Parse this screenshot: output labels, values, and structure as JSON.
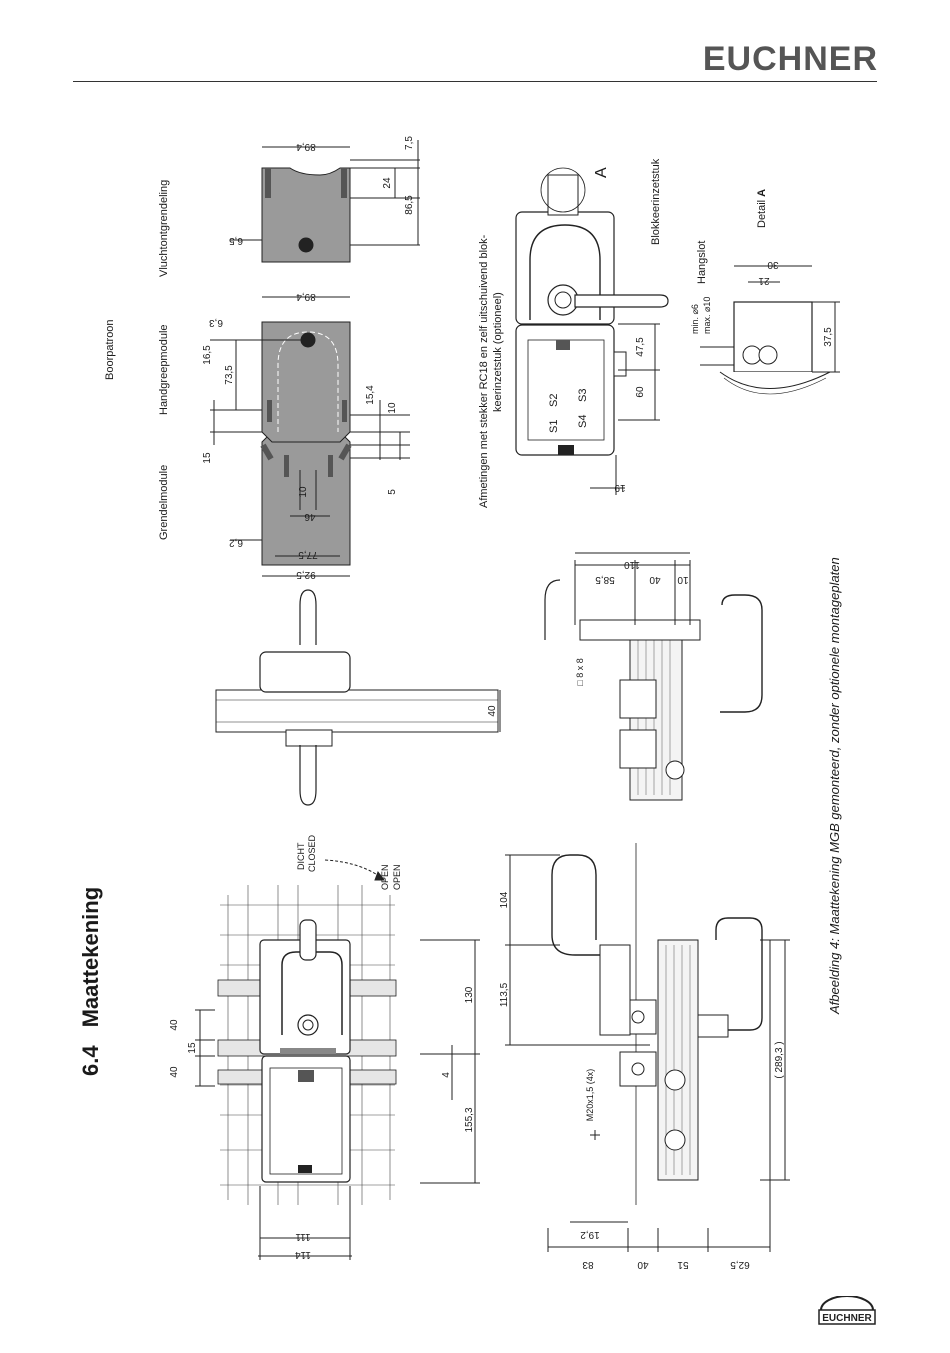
{
  "header": {
    "brand": "EUCHNER"
  },
  "section": {
    "number": "6.4",
    "title": "Maattekening"
  },
  "caption": "Afbeelding 4: Maattekening MGB gemonteerd, zonder optionele montageplaten",
  "labels": {
    "boorpatroon": "Boorpatroon",
    "grendelmodule": "Grendelmodule",
    "handgreepmodule": "Handgreepmodule",
    "vluchtontgrendeling": "Vluchtontgrendeling",
    "afmetingen_line1": "Afmetingen met stekker RC18 en zelf uitschuivend blok-",
    "afmetingen_line2": "keerinzetstuk (optioneel)",
    "blokkeerinzetstuk": "Blokkeerinzetstuk",
    "detail": "Detail ",
    "detail_letter": "A",
    "hangslot": "Hangslot",
    "hangslot_min": "min. ⌀6",
    "hangslot_max": "max. ⌀10",
    "marker_a": "A",
    "dicht": "DICHT",
    "closed": "CLOSED",
    "open_nl": "OPEN",
    "open_en": "OPEN",
    "thread": "M20x1,5 (4x)",
    "square": "□ 8 x 8",
    "s1": "S1",
    "s2": "S2",
    "s3": "S3",
    "s4": "S4"
  },
  "dims": {
    "d111": "111",
    "d114": "114",
    "d40a": "40",
    "d15": "15",
    "d40b": "40",
    "d130": "130",
    "d4": "4",
    "d155_3": "155,3",
    "d104": "104",
    "d113_5": "113,5",
    "d289_3": "( 289,3 )",
    "d83": "83",
    "d40c": "40",
    "d51": "51",
    "d62_5": "62,5",
    "d19_2": "19,2",
    "d40d": "40",
    "d110": "110",
    "d58_5": "58,5",
    "d40e": "40",
    "d10a": "10",
    "d92_5": "92,5",
    "d77_5": "77,5",
    "d6_2": "6,2",
    "d46": "46",
    "d10b": "10",
    "d15b": "15",
    "d16_5": "16,5",
    "d73_5": "73,5",
    "d6_3": "6,3",
    "d89_4a": "89,4",
    "d15_4": "15,4",
    "d10c": "10",
    "d5": "5",
    "d89_4b": "89,4",
    "d7_5": "7,5",
    "d24": "24",
    "d86_5": "86,5",
    "d6_5": "6,5",
    "d47_5": "47,5",
    "d60": "60",
    "d19b": "19",
    "d30": "30",
    "d21": "21",
    "d37_5": "37,5"
  }
}
